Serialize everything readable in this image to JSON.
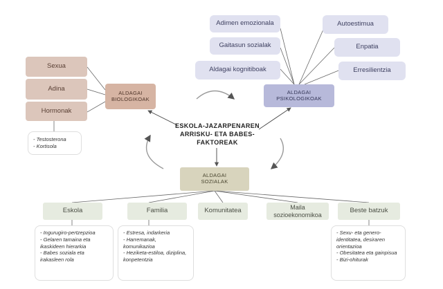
{
  "center_title": [
    "ESKOLA-JAZARPENAREN",
    "ARRISKU- ETA BABES-",
    "FAKTOREAK"
  ],
  "biological": {
    "title": [
      "ALDAGAI",
      "BIOLOGIKOAK"
    ],
    "items": [
      "Sexua",
      "Adina",
      "Hormonak"
    ],
    "hormones_note": [
      "Testosterona",
      "Kortisola"
    ]
  },
  "psychological": {
    "title": [
      "ALDAGAI",
      "PSIKOLOGIKOAK"
    ],
    "items_left": [
      "Adimen emozionala",
      "Gaitasun sozialak",
      "Aldagai kognitiboak"
    ],
    "items_right": [
      "Autoestimua",
      "Enpatia",
      "Erresilientzia"
    ]
  },
  "social": {
    "title": [
      "ALDAGAI",
      "SOZIALAK"
    ],
    "items": [
      "Eskola",
      "Familia",
      "Komunitatea",
      "Maila sozioekonomikoa",
      "Beste batzuk"
    ],
    "maila_lines": [
      "Maila",
      "sozioekonomikoa"
    ],
    "notes": {
      "eskola": [
        "Ingurugiro-pertzepzioa",
        "Gelaren tamaina eta ikaskideen hierarkia",
        "Babes soziala eta irakasleen rola"
      ],
      "familia": [
        "Estresa,  indarkeria",
        "Harremanak, komunikazioa",
        "Heziketa-estiloa, diziplina, konpetentzia"
      ],
      "beste": [
        "Sexu- eta genero-identitatea, desiraren orientazioa",
        "Obesitatea eta gainpisua",
        "Bizi-ohiturak"
      ]
    }
  }
}
